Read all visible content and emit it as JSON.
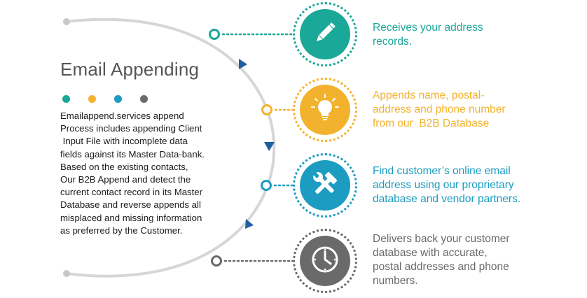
{
  "title": "Email Appending",
  "colors": {
    "teal": "#1aa898",
    "orange": "#f3b22d",
    "blue": "#1b9cc0",
    "gray": "#6a6a6a",
    "arc": "#d6d6d6",
    "arrow": "#1f5fa0"
  },
  "description_lines": [
    "Emailappend.services append",
    "Process includes appending Client",
    " Input File with incomplete data",
    "fields against its Master Data-bank.",
    "Based on the existing contacts,",
    "Our B2B Append and detect the",
    "current contact record in its Master",
    "Database and reverse appends all",
    "misplaced and missing information",
    "as preferred by the Customer."
  ],
  "steps": [
    {
      "icon": "pencil-icon",
      "color": "#1aa898",
      "lines": [
        "Receives your address",
        "records."
      ]
    },
    {
      "icon": "lightbulb-icon",
      "color": "#f3b22d",
      "lines": [
        "Appends name, postal-",
        "address and phone number",
        "from our  B2B Database"
      ]
    },
    {
      "icon": "wrench-hammer-icon",
      "color": "#1b9cc0",
      "lines": [
        "Find customer’s online email",
        "address using our proprietary",
        "database and vendor partners."
      ]
    },
    {
      "icon": "clock-icon",
      "color": "#6a6a6a",
      "lines": [
        "Delivers back your customer",
        "database with accurate,",
        "postal addresses and phone",
        "numbers."
      ]
    }
  ]
}
